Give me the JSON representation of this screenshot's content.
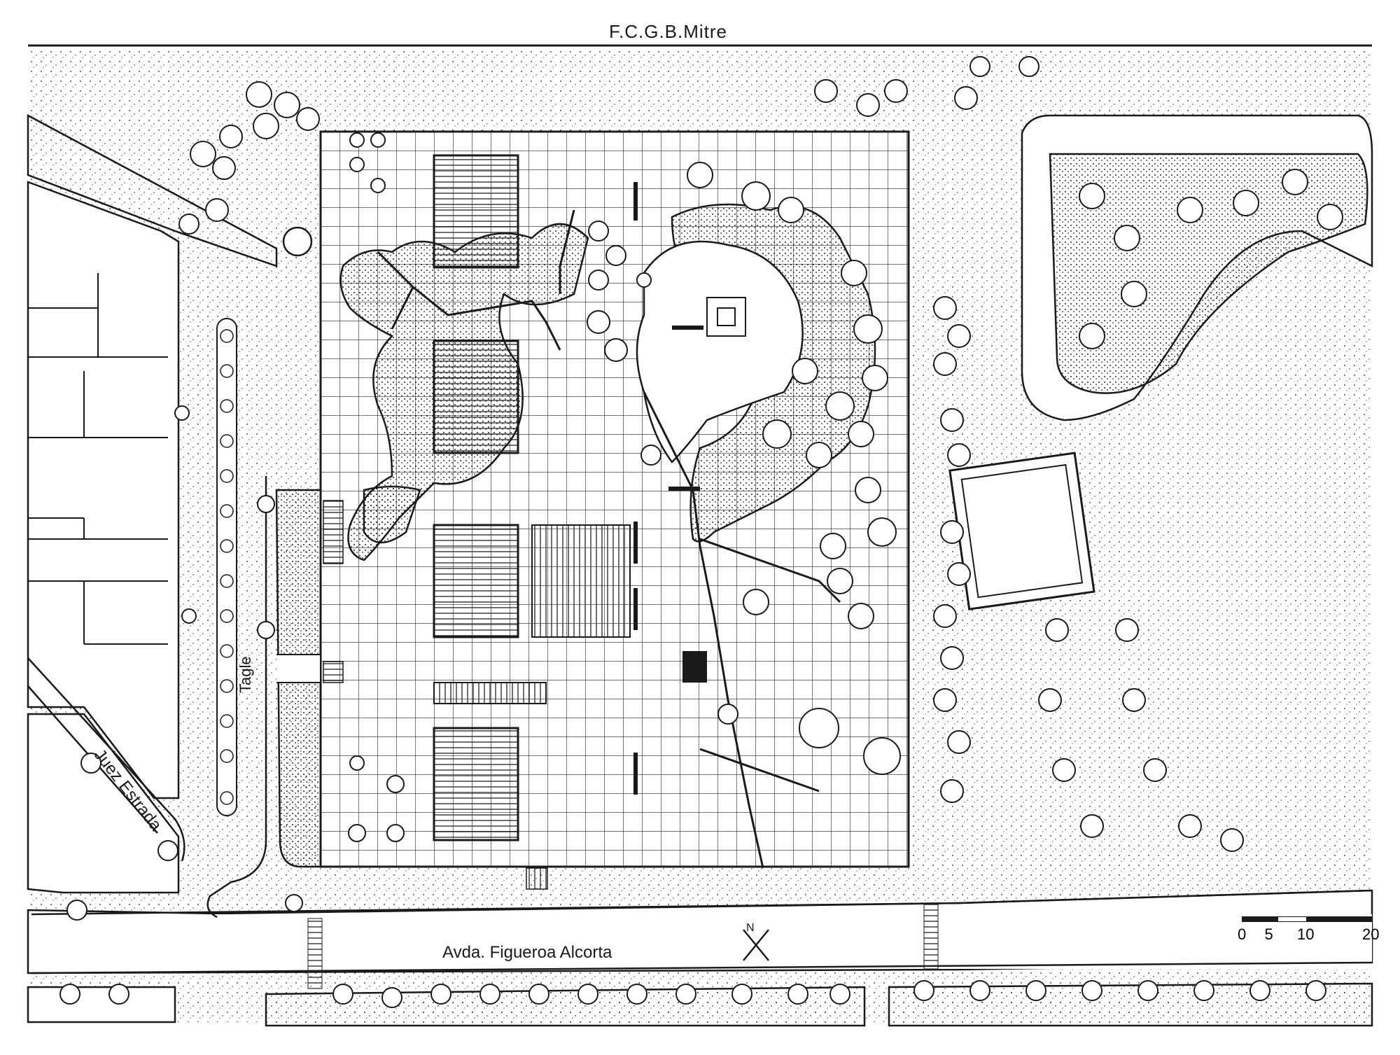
{
  "labels": {
    "railway": "F.C.G.B.Mitre",
    "avenue": "Avda. Figueroa Alcorta",
    "street_tagle": "Tagle",
    "street_juez": "Juez Estrada"
  },
  "north_arrow": {
    "icon": "north-arrow-icon",
    "letter": "N"
  },
  "scale_bar": {
    "ticks": [
      "0",
      "5",
      "10",
      "20"
    ],
    "values": [
      0,
      5,
      10,
      20
    ]
  },
  "colors": {
    "ink": "#1a1a1a",
    "paper": "#ffffff"
  }
}
